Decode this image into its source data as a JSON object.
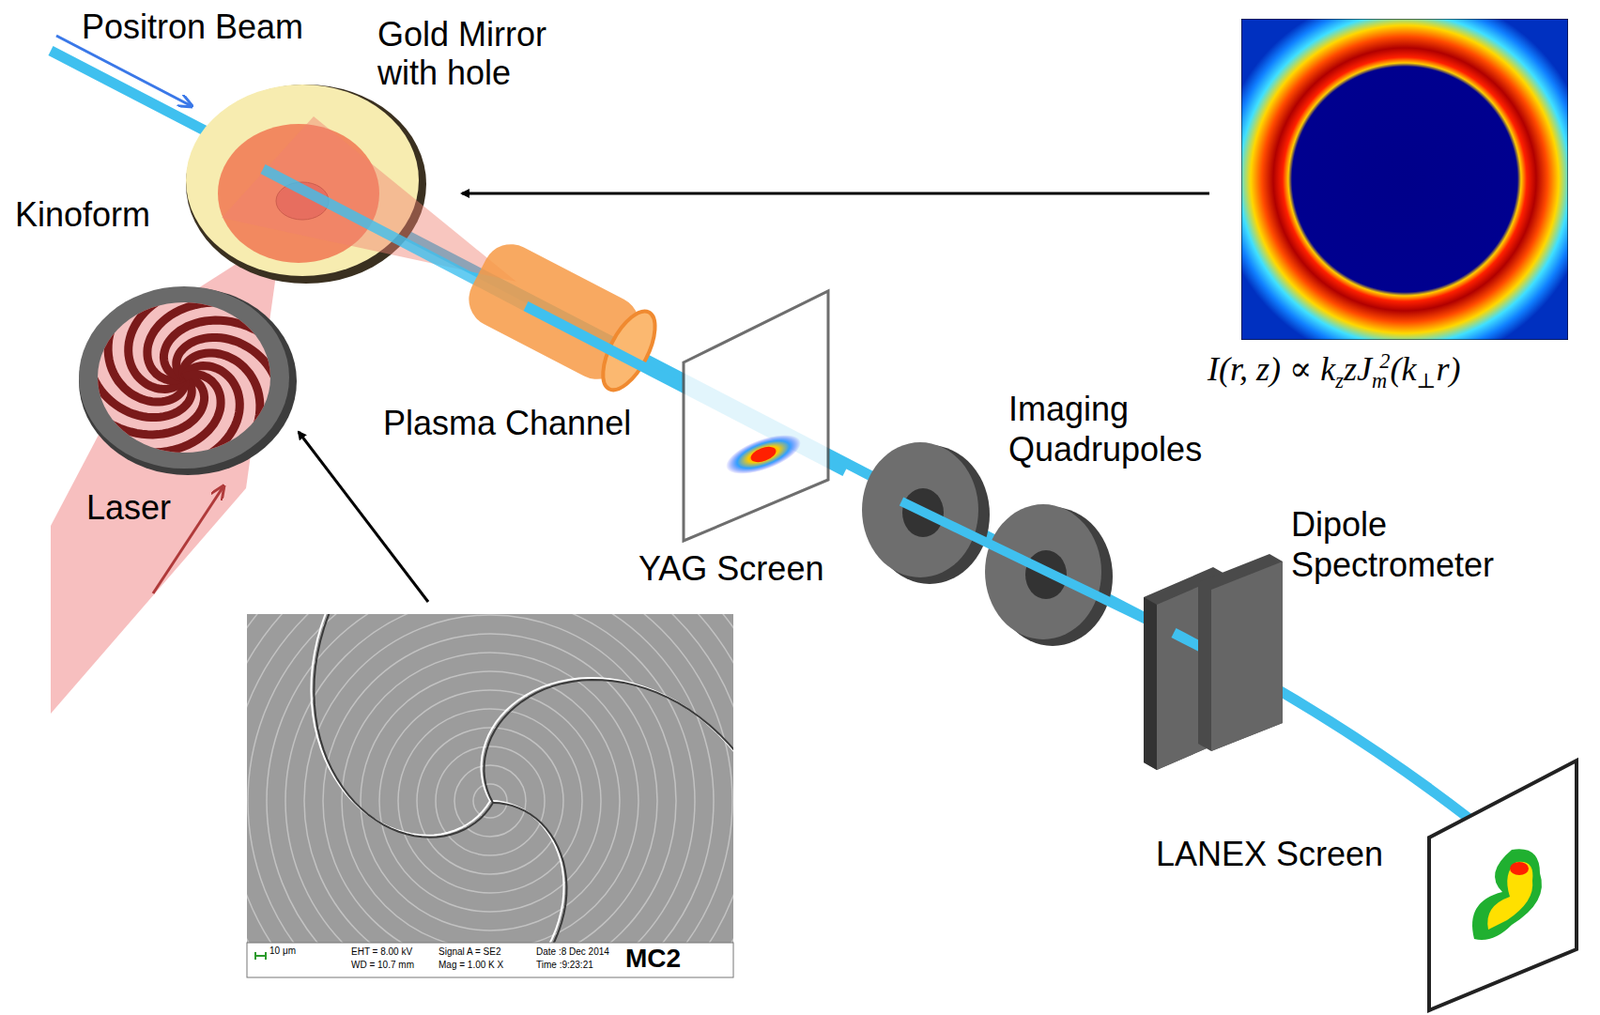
{
  "diagram": {
    "labels": [
      "Positron Beam",
      "Gold Mirror with hole",
      "Kinoform",
      "Laser",
      "Plasma Channel",
      "YAG Screen",
      "Imaging Quadrupoles",
      "Dipole Spectrometer",
      "LANEX Screen",
      "I(r, z) ∝ kzzJm2(k⊥r)",
      "10 μm",
      "EHT = 8.00 kV",
      "WD = 10.7 mm",
      "Signal A = SE2",
      "Mag = 1.00 K X",
      "Date :8 Dec 2014",
      "Time :9:23:21",
      "MC2"
    ]
  }
}
